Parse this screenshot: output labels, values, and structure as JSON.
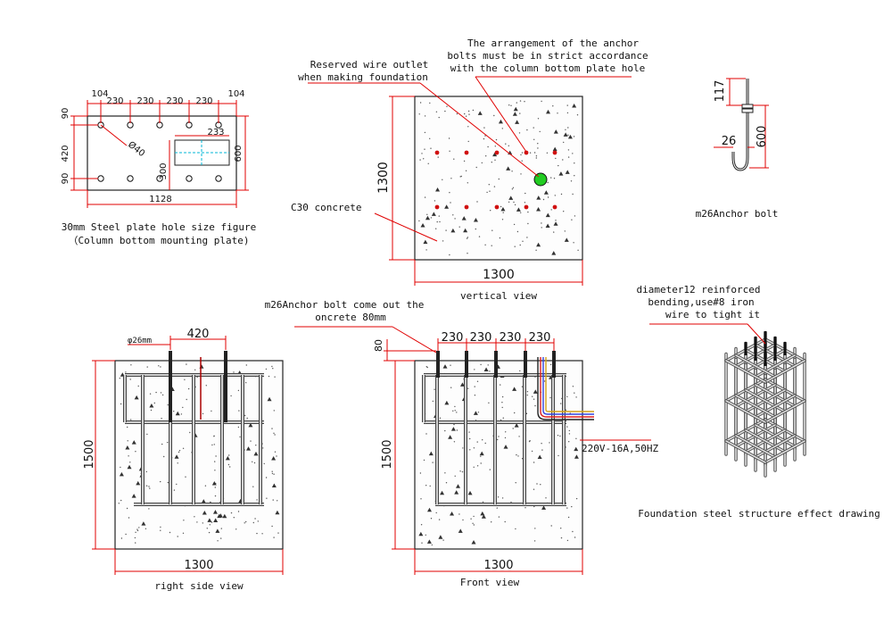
{
  "plate": {
    "top_dims": [
      "104",
      "230",
      "230",
      "230",
      "104"
    ],
    "dim_230_inner": "230",
    "left_dims": [
      "90",
      "420",
      "90"
    ],
    "right_dim": "600",
    "hole_label": "Ø40",
    "box_w": "233",
    "box_h": "300",
    "bottom_dim": "1128",
    "caption_1": "30mm Steel plate hole size figure",
    "caption_2": "（Column bottom mounting plate)"
  },
  "vertical_view": {
    "note_wire_1": "Reserved wire outlet",
    "note_wire_2": "when making foundation",
    "note_bolts_1": "The arrangement of the anchor",
    "note_bolts_2": "bolts must be in strict accordance",
    "note_bolts_3": "with the column bottom plate hole",
    "concrete_label": "C30  concrete",
    "height_dim": "1300",
    "width_dim": "1300",
    "caption": "vertical view"
  },
  "anchor_bolt": {
    "dim_top": "117",
    "dim_len": "600",
    "dim_hook": "26",
    "caption": "m26Anchor bolt"
  },
  "right_side_view": {
    "bolt_dia": "φ26mm",
    "spacing": "420",
    "height_dim": "1500",
    "width_dim": "1300",
    "caption": "right side view"
  },
  "front_view": {
    "note_1": "m26Anchor bolt come out the",
    "note_2": "oncrete 80mm",
    "rise": "80",
    "spacings": [
      "230",
      "230",
      "230",
      "230"
    ],
    "power": "220V-16A,50HZ",
    "height_dim": "1500",
    "width_dim": "1300",
    "caption": "Front view"
  },
  "cage": {
    "note_1": "diameter12 reinforced",
    "note_2": "bending,use#8 iron",
    "note_3": "wire to tight it",
    "caption": "Foundation steel structure effect drawing"
  },
  "colors": {
    "dimension": "#e00000",
    "outline": "#111111",
    "wire_outlet": "#22cc22",
    "bolt_hole": "#d01010"
  }
}
